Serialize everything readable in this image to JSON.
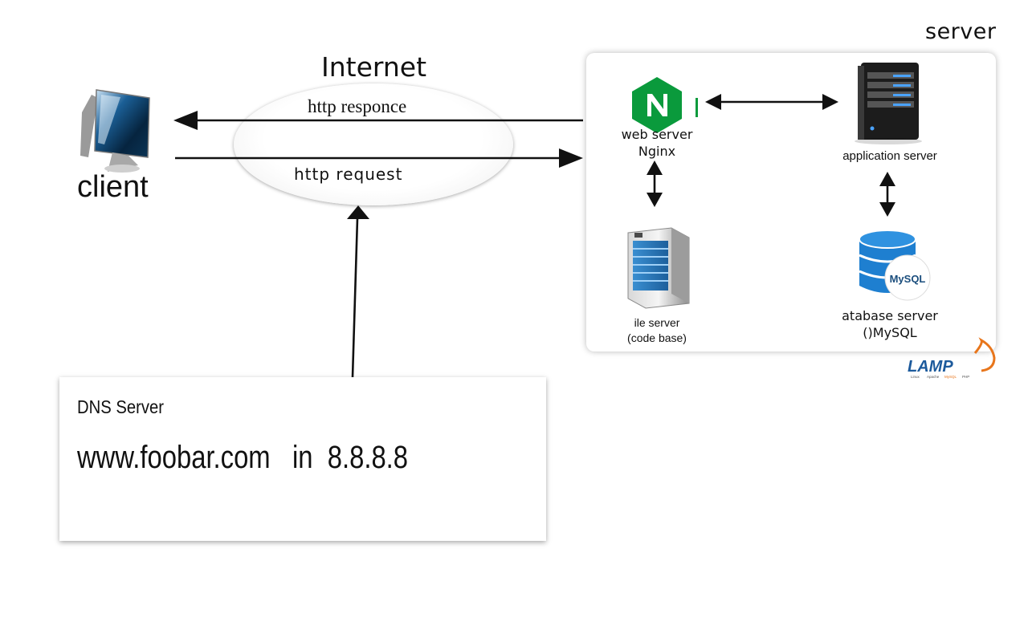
{
  "server": {
    "title": "server"
  },
  "internet": {
    "title": "Internet",
    "response_label": "http responce",
    "request_label": "http request"
  },
  "client": {
    "label": "client",
    "icon": "desktop-computer-icon"
  },
  "components": {
    "web_server": {
      "name": "web server",
      "software": "Nginx",
      "logo": "N",
      "logo_color": "#0a9a3c"
    },
    "application_server": {
      "name": "application server"
    },
    "file_server": {
      "name": "ile server",
      "note": "(code base)"
    },
    "database_server": {
      "name": "atabase server",
      "software": "()MySQL",
      "icon_text": "MySQL",
      "icon_color": "#1e7fd0"
    }
  },
  "dns": {
    "title": "DNS Server",
    "record": "www.foobar.com   in  8.8.8.8"
  },
  "branding": {
    "lamp": "LAMP",
    "lamp_sub": [
      "Linux",
      "Apache",
      "MySQL",
      "PHP"
    ],
    "lamp_color": "#1c5a9c",
    "lamp_accent": "#e8761c"
  }
}
